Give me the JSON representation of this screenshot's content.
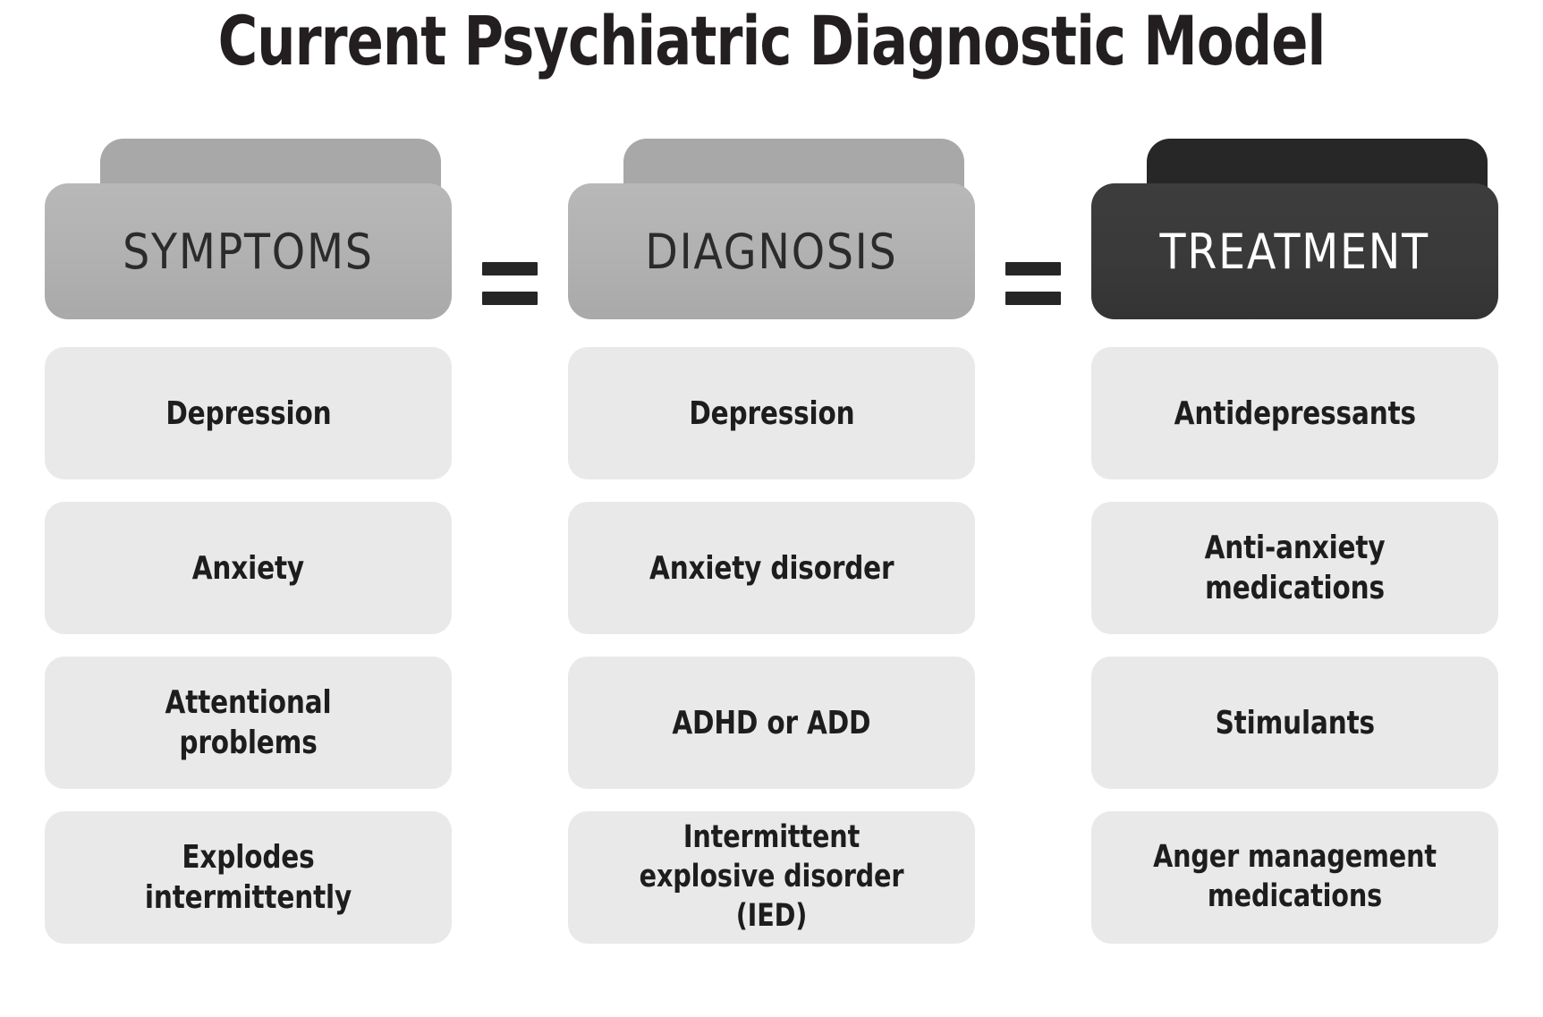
{
  "title": "Current Psychiatric Diagnostic Model",
  "separators": [
    "=",
    "="
  ],
  "colors": {
    "header_light_front": "#b0b0b0",
    "header_light_back": "#a8a8a8",
    "header_dark_front": "#393939",
    "header_dark_back": "#272727",
    "cell_background": "#e9e9e9",
    "text_dark": "#1d1d1d",
    "text_light": "#ffffff",
    "page_background": "#ffffff"
  },
  "columns": [
    {
      "header": "SYMPTOMS",
      "theme": "light",
      "items": [
        "Depression",
        "Anxiety",
        "Attentional problems",
        "Explodes intermittently"
      ]
    },
    {
      "header": "DIAGNOSIS",
      "theme": "light",
      "items": [
        "Depression",
        "Anxiety disorder",
        "ADHD or ADD",
        "Intermittent explosive disorder (IED)"
      ]
    },
    {
      "header": "TREATMENT",
      "theme": "dark",
      "items": [
        "Antidepressants",
        "Anti-anxiety medications",
        "Stimulants",
        "Anger management medications"
      ]
    }
  ]
}
